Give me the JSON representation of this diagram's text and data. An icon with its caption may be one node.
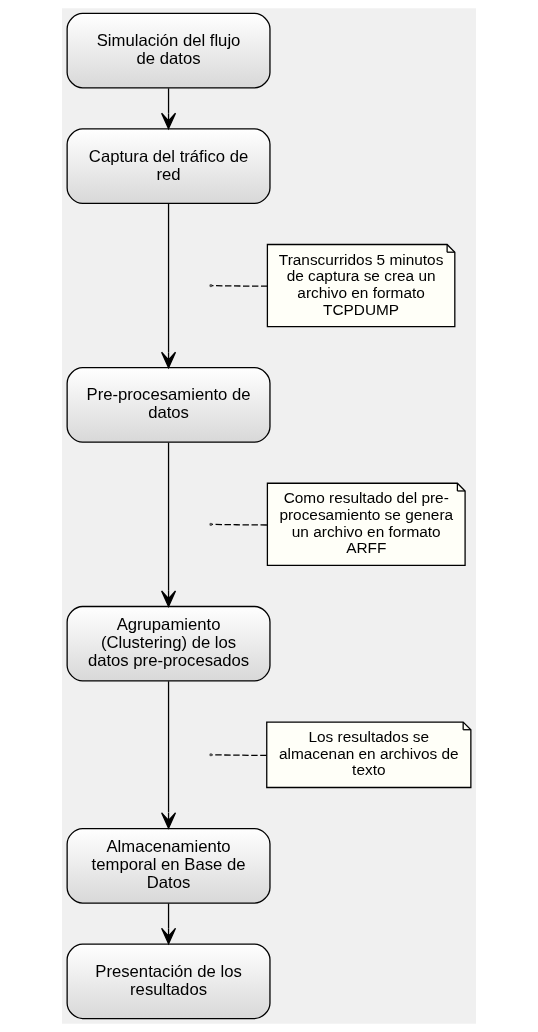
{
  "diagram": {
    "nodes": [
      {
        "text": [
          "Simulación del flujo de datos"
        ]
      },
      {
        "text": [
          "Captura del tráfico de red"
        ]
      },
      {
        "text": [
          "Transcurridos 5 minutos de captura se crea un archivo en formato TCPDUMP"
        ]
      },
      {
        "text": [
          "Pre-procesamiento de datos"
        ]
      },
      {
        "text": [
          "Como resultado del pre-procesamiento se genera un archivo en formato ARFF"
        ]
      },
      {
        "text": [
          "Agrupamiento (Clustering) de los datos pre-procesados"
        ]
      },
      {
        "text": [
          "Los resultados se almacenan en archivos de texto"
        ]
      },
      {
        "text": [
          "Almacenamiento temporal en Base de Datos"
        ]
      },
      {
        "text": [
          "Presentación de los resultados"
        ]
      }
    ],
    "edges": [
      {
        "from": 0,
        "to": 1,
        "arrow": "to"
      },
      {
        "from": 1,
        "to": 3,
        "arrow": "to"
      },
      {
        "from": 2,
        "to": null,
        "arrow": "none",
        "style": "dashed"
      },
      {
        "from": 3,
        "to": 5,
        "arrow": "to"
      },
      {
        "from": 4,
        "to": null,
        "arrow": "none",
        "style": "dashed"
      },
      {
        "from": 5,
        "to": 7,
        "arrow": "to"
      },
      {
        "from": 6,
        "to": null,
        "arrow": "none",
        "style": "dashed"
      },
      {
        "from": 7,
        "to": 8,
        "arrow": "to"
      }
    ]
  }
}
